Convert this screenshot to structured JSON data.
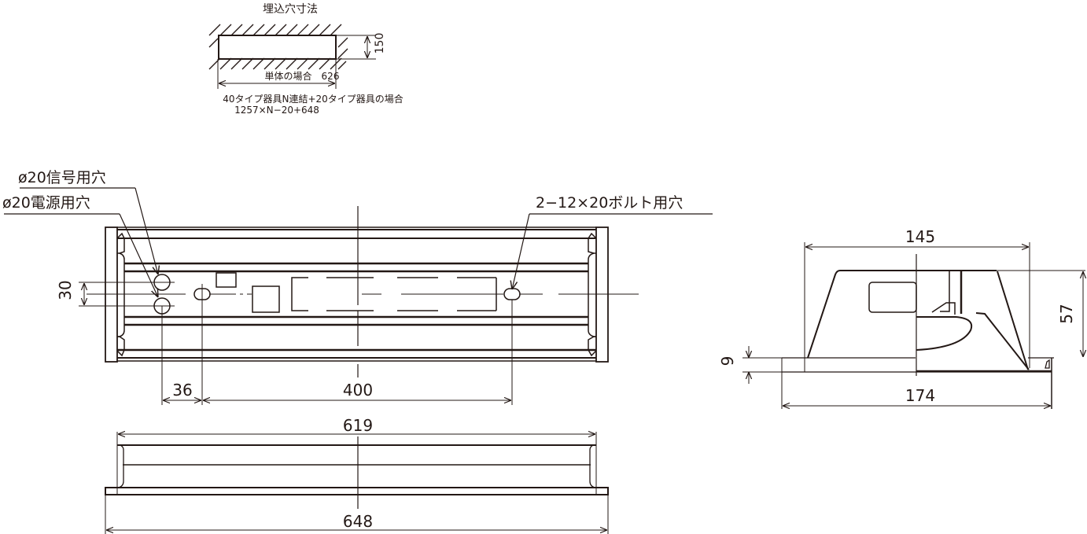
{
  "cutout": {
    "title": "埋込穴寸法",
    "height_label": "150",
    "single_label": "単体の場合　626",
    "multi_label_line1": "40タイプ器具N連結+20タイプ器具の場合",
    "multi_label_line2": "1257×N−20+648"
  },
  "plan_view": {
    "signal_hole_label": "ø20信号用穴",
    "power_hole_label": "ø20電源用穴",
    "bolt_hole_label": "2−12×20ボルト用穴",
    "dim_hole_spacing": "30",
    "dim_hole_to_bolt": "36",
    "dim_bolt_pitch": "400"
  },
  "front_view": {
    "dim_inner_length": "619",
    "dim_outer_length": "648"
  },
  "side_view": {
    "dim_body_width": "145",
    "dim_flange_width": "174",
    "dim_height": "57",
    "dim_flange_height": "9"
  },
  "colors": {
    "line": "#231815",
    "background": "#ffffff"
  }
}
